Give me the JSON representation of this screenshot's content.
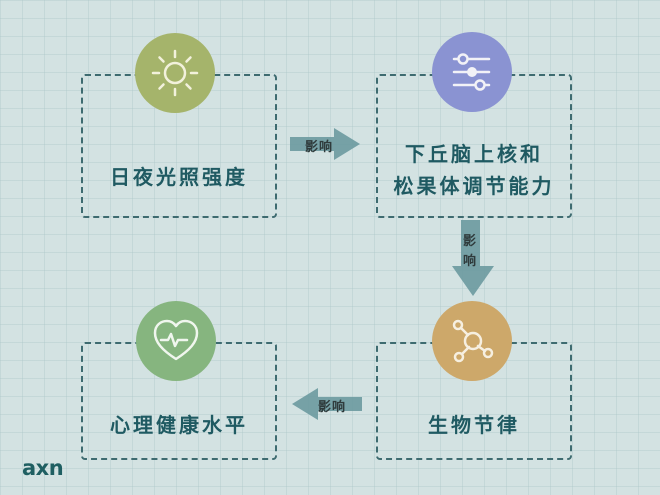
{
  "diagram": {
    "nodes": [
      {
        "id": "daylight",
        "label_lines": [
          "日夜光照强度"
        ],
        "icon": "sun-icon",
        "color": "#a5b46b"
      },
      {
        "id": "regulation",
        "label_lines": [
          "下丘脑上核和",
          "松果体调节能力"
        ],
        "icon": "sliders-icon",
        "color": "#8a93d2"
      },
      {
        "id": "rhythm",
        "label_lines": [
          "生物节律"
        ],
        "icon": "network-nodes-icon",
        "color": "#cda86a"
      },
      {
        "id": "mental",
        "label_lines": [
          "心理健康水平"
        ],
        "icon": "heart-pulse-icon",
        "color": "#86b57f"
      }
    ],
    "edges": [
      {
        "from": "daylight",
        "to": "regulation",
        "label": "影响",
        "direction": "right"
      },
      {
        "from": "regulation",
        "to": "rhythm",
        "label_lines": [
          "影",
          "响"
        ],
        "direction": "down"
      },
      {
        "from": "rhythm",
        "to": "mental",
        "label": "影响",
        "direction": "left"
      }
    ],
    "arrow_color": "#6c9aa0",
    "border_color": "#3e6b70",
    "text_color": "#1f5a62"
  },
  "logo": {
    "text": "axn",
    "color": "#1f5f62"
  }
}
